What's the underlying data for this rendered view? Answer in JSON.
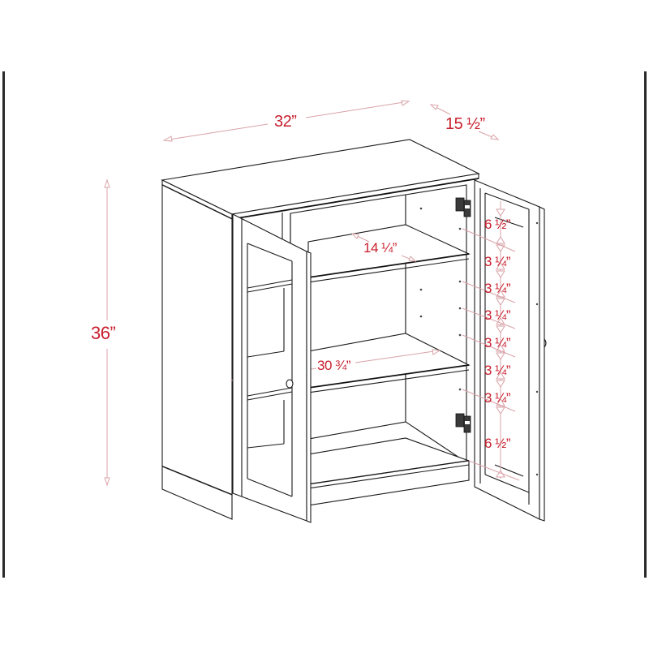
{
  "diagram": {
    "subject": "Two-door storage cabinet with glass-panel doors and adjustable shelves",
    "accent_color": "#c8202e",
    "dimension_line_color": "#d9a3a8",
    "line_color": "#1a1a1a",
    "background": "#ffffff"
  },
  "dimensions": {
    "overall_width": "32”",
    "overall_depth": "15 ½”",
    "overall_height": "36”",
    "shelf_depth": "14 ¼”",
    "interior_width": "30 ¾”",
    "shelf_spacing": [
      "6 ½”",
      "3 ¼”",
      "3 ¼”",
      "3 ¼”",
      "3 ¼”",
      "3 ¼”",
      "3 ¼”",
      "6 ½”"
    ]
  },
  "components": {
    "left_door": "glass-panel-door-open",
    "right_door": "glass-panel-door-open",
    "shelves": 2,
    "hinges": 2,
    "knobs": 2
  }
}
